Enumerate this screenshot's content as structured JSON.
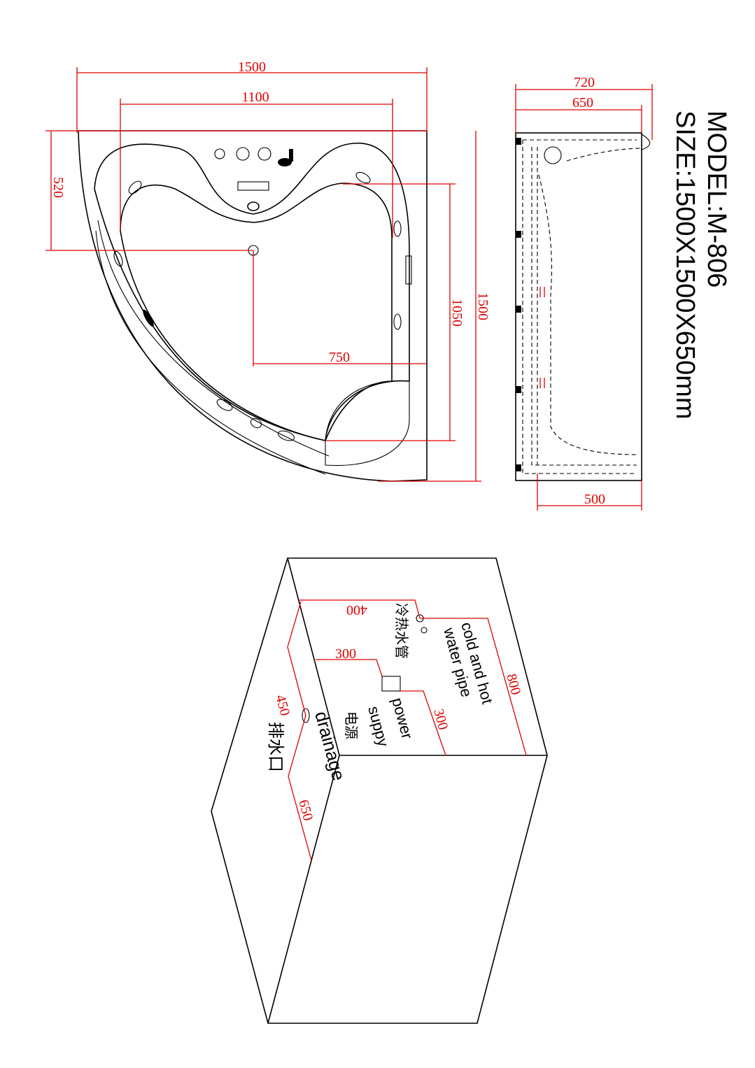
{
  "title": {
    "model": "MODEL:M-806",
    "size": "SIZE:1500X1500X650mm"
  },
  "top_view": {
    "dims": {
      "width_total": "1500",
      "width_inner": "1100",
      "depth_520": "520",
      "depth_total": "1500",
      "depth_inner": "1050",
      "drain_750": "750"
    }
  },
  "side_view": {
    "dims": {
      "overall": "720",
      "height": "650",
      "base": "500"
    }
  },
  "install_view": {
    "dims": {
      "pipe_400": "400",
      "power_300_h": "300",
      "power_300_v": "300",
      "pipe_800": "800",
      "drain_450": "450",
      "drain_650": "650"
    },
    "labels": {
      "pipe_cn": "冷热水管",
      "pipe_en_1": "cold and hot",
      "pipe_en_2": "water pipe",
      "power_en_1": "power",
      "power_en_2": "suppy",
      "power_cn": "电源",
      "drain_en": "drainage",
      "drain_cn": "排水口"
    }
  },
  "colors": {
    "dimension": "#e00000",
    "outline": "#000000"
  }
}
